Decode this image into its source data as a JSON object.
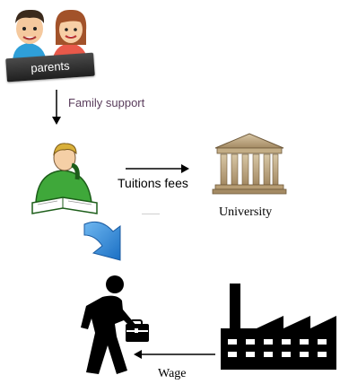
{
  "nodes": {
    "parents": {
      "label": "parents",
      "icon": "parents-icon"
    },
    "student": {
      "icon": "student-reading-icon"
    },
    "university": {
      "label": "University",
      "icon": "university-building-icon"
    },
    "worker": {
      "icon": "worker-with-briefcase-icon"
    },
    "factory": {
      "icon": "factory-icon"
    }
  },
  "edges": {
    "family_support": {
      "label": "Family support"
    },
    "tuition_fees": {
      "label": "Tuitions fees"
    },
    "student_to_worker": {
      "icon": "curved-blue-arrow-icon"
    },
    "wage": {
      "label": "Wage"
    }
  },
  "colors": {
    "blue_arrow": "#1f7fd6",
    "student_green": "#3fa83a",
    "text_purple": "#5a3d5c",
    "factory_black": "#000000"
  }
}
